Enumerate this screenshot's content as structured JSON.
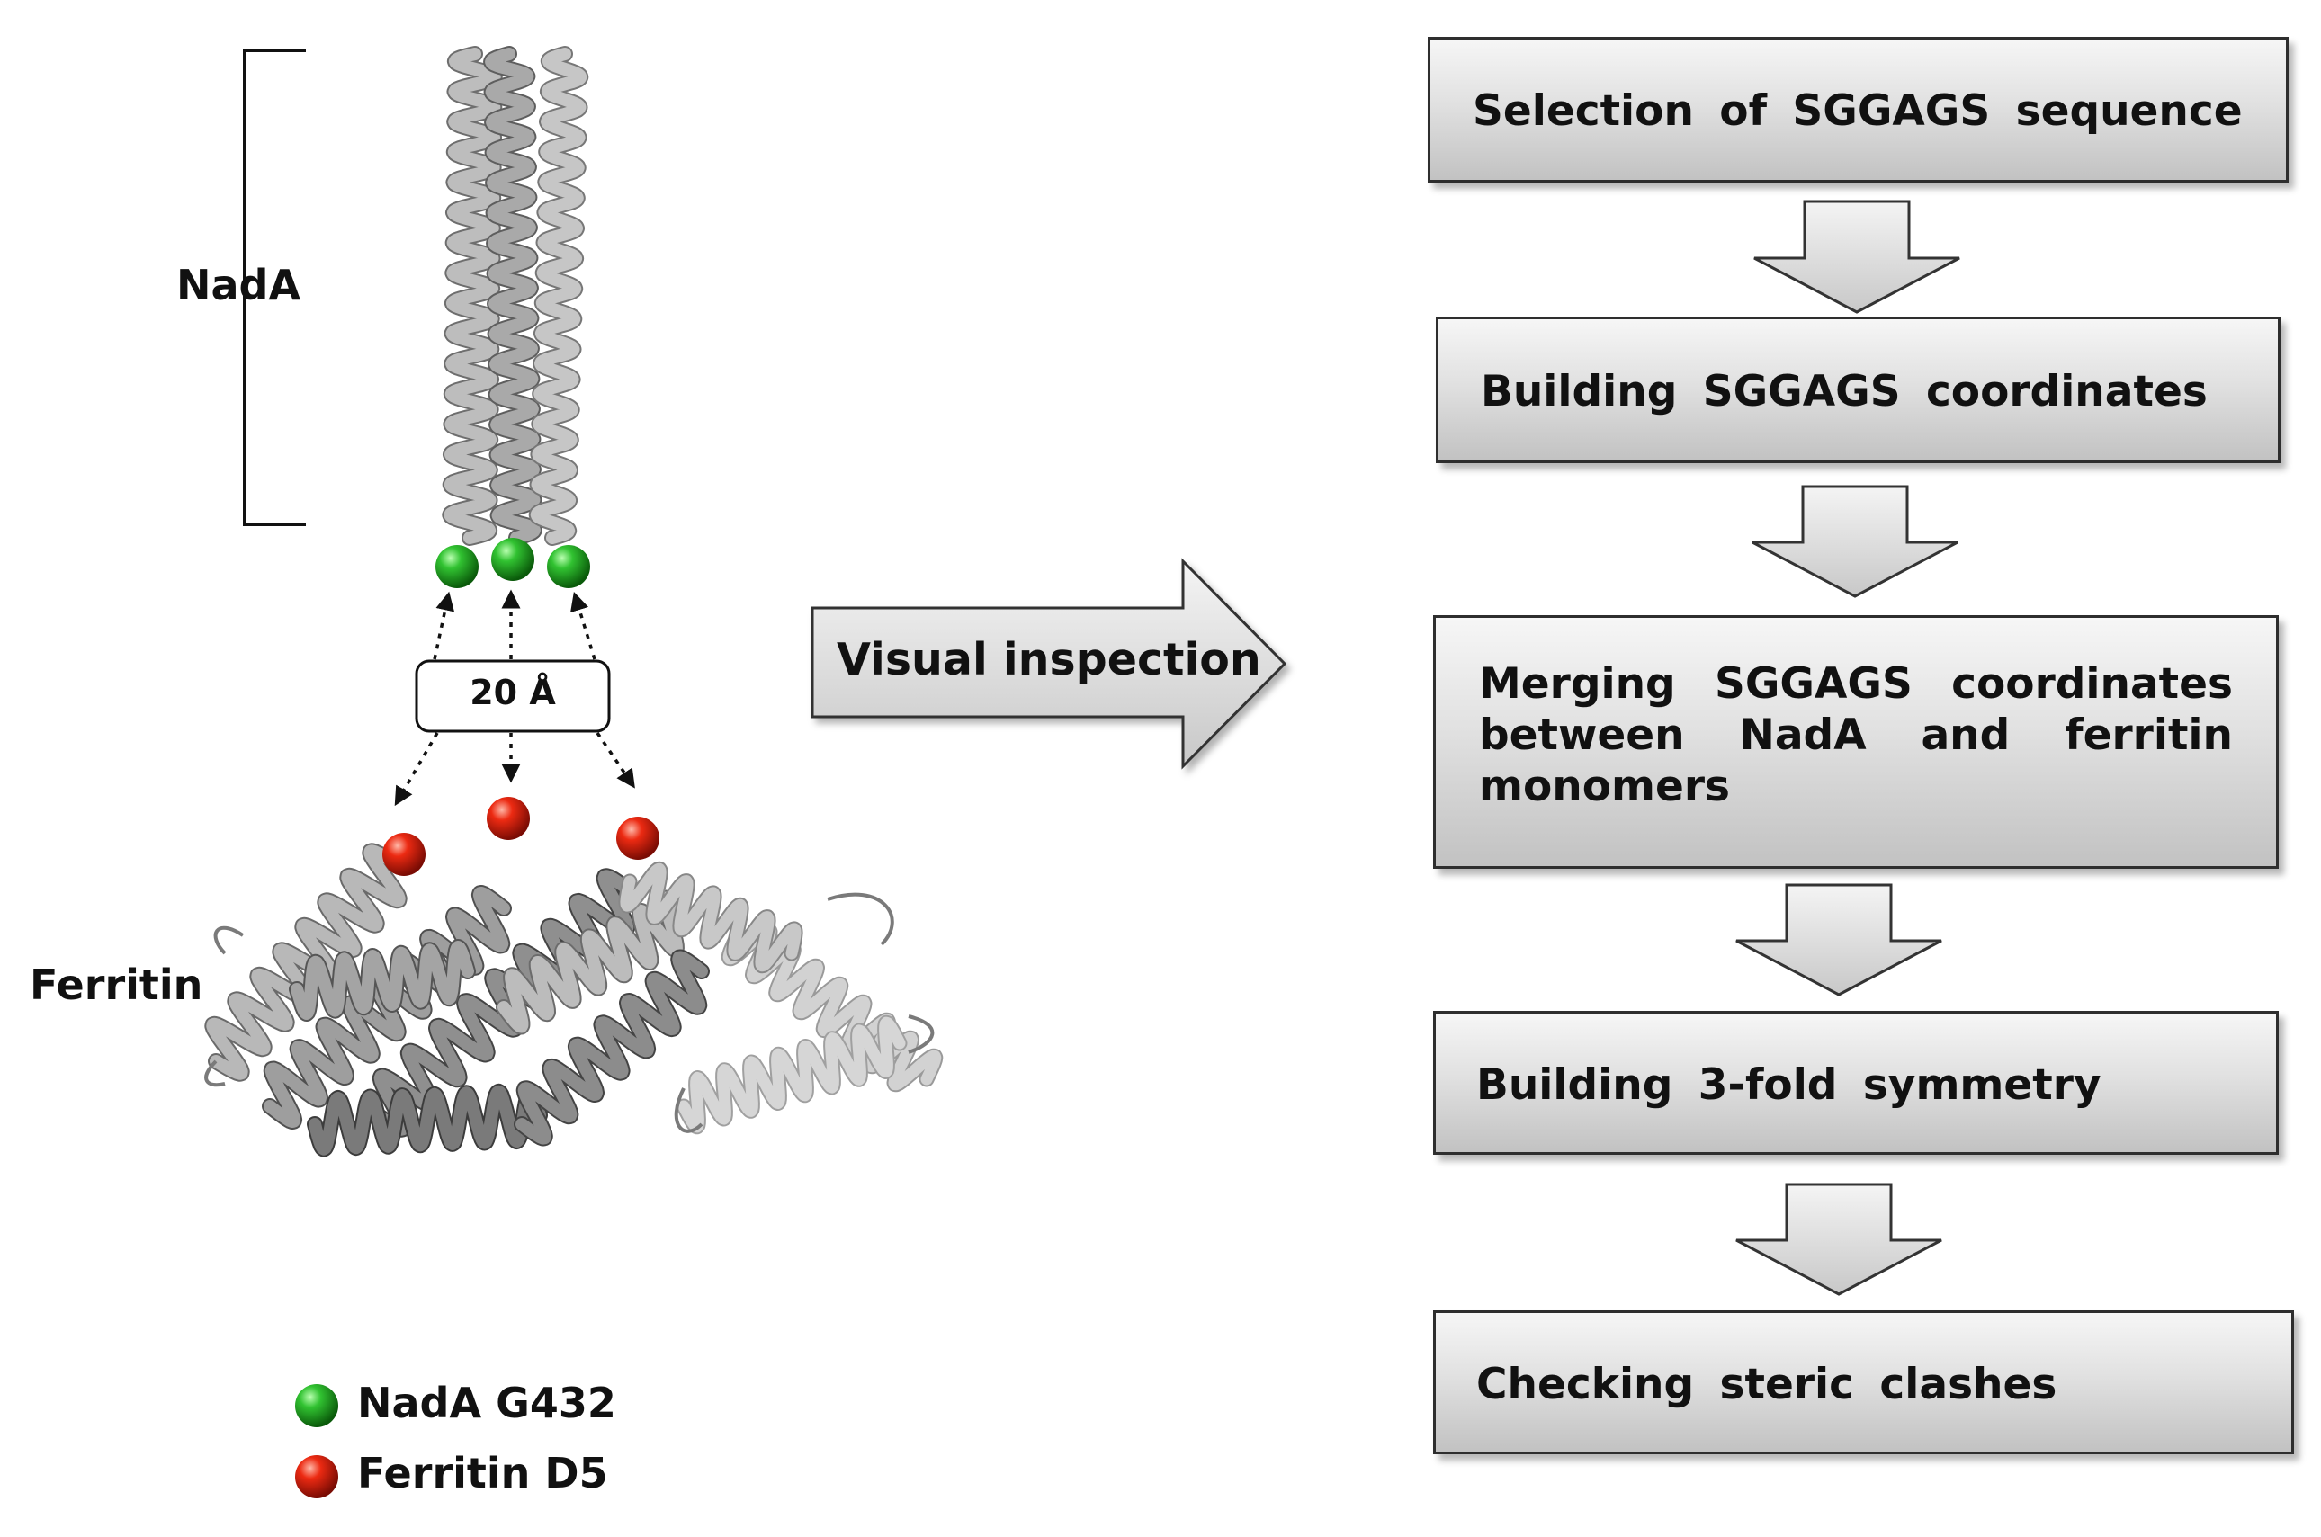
{
  "structure": {
    "nada_label": "NadA",
    "ferritin_label": "Ferritin",
    "distance_label": "20 Å"
  },
  "center_arrow": {
    "label": "Visual inspection"
  },
  "workflow": {
    "steps": [
      {
        "words": [
          "Selection",
          "of",
          "SGGAGS",
          "sequence"
        ]
      },
      {
        "words": [
          "Building",
          "SGGAGS",
          "coordinates"
        ]
      },
      {
        "lines": [
          [
            "Merging",
            "SGGAGS",
            "coordinates"
          ],
          [
            "between",
            "NadA",
            "and",
            "ferritin"
          ],
          [
            "monomers"
          ]
        ]
      },
      {
        "words": [
          "Building",
          "3-fold",
          "symmetry"
        ]
      },
      {
        "words": [
          "Checking",
          "steric",
          "clashes"
        ]
      }
    ]
  },
  "legend": {
    "items": [
      {
        "label": "NadA G432",
        "color": "#1aa01a"
      },
      {
        "label": "Ferritin D5",
        "color": "#e02010"
      }
    ]
  },
  "colors": {
    "green_marker": "#1aa01a",
    "red_marker": "#e02010",
    "helix_gray": "#8a8a8a",
    "box_border": "#2e2e2e"
  }
}
